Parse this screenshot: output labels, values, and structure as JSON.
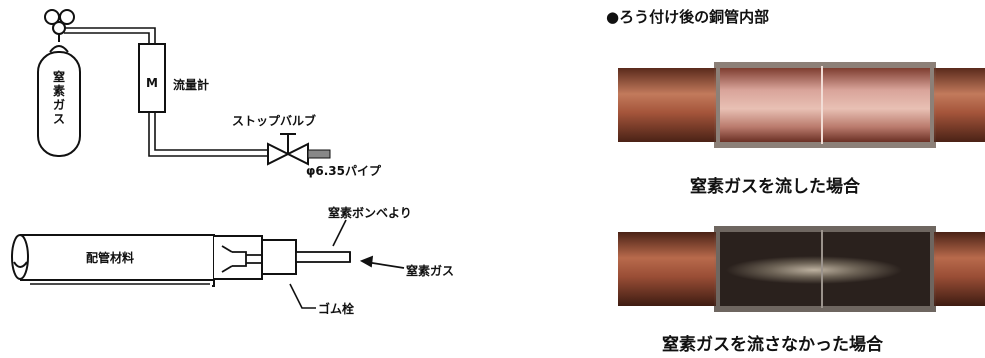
{
  "left_diagram": {
    "cylinder_label": "窒素ガス",
    "flow_meter_symbol": "M",
    "flow_meter_label": "流量計",
    "stop_valve_label": "ストップバルブ",
    "pipe_label": "φ6.35パイプ",
    "pipe_material_label": "配管材料",
    "from_cylinder_label": "窒素ボンベより",
    "nitrogen_gas_label": "窒素ガス",
    "rubber_plug_label": "ゴム栓"
  },
  "right_panel": {
    "title": "●ろう付け後の銅管内部",
    "caption_with_gas": "窒素ガスを流した場合",
    "caption_without_gas": "窒素ガスを流さなかった場合"
  },
  "colors": {
    "copper": "#b86a4c",
    "copper_dark": "#6e3424",
    "clean_interior": "#d9a49a",
    "oxidized_interior": "#2a211d"
  }
}
